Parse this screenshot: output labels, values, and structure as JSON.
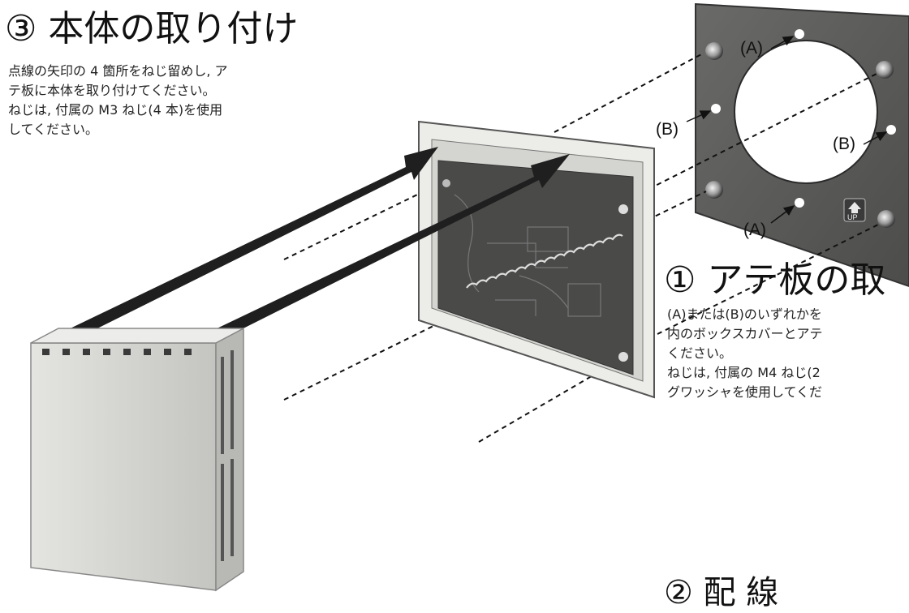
{
  "step3": {
    "title": "③ 本体の取り付け",
    "lines": [
      "点線の矢印の 4 箇所をねじ留めし, ア",
      "テ板に本体を取り付けてください。",
      "ねじは, 付属の M3 ねじ(4 本)を使用",
      "してください。"
    ]
  },
  "step1": {
    "title": "① アテ板の取",
    "lines": [
      "(A)または(B)のいずれかを",
      "内のボックスカバーとアテ",
      "ください。",
      "ねじは, 付属の M4 ねじ(2",
      "グワッシャを使用してくだ"
    ]
  },
  "step2": {
    "title": "② 配 線"
  },
  "plate_labels": {
    "a_top": "(A)",
    "a_bottom": "(A)",
    "b_left": "(B)",
    "b_right": "(B)",
    "up": "UP"
  },
  "colors": {
    "plate": "#5a5a58",
    "frame": "#e2e2de",
    "board": "#4a4a48",
    "cover": "#d6d6d2",
    "arrow": "#202020"
  }
}
